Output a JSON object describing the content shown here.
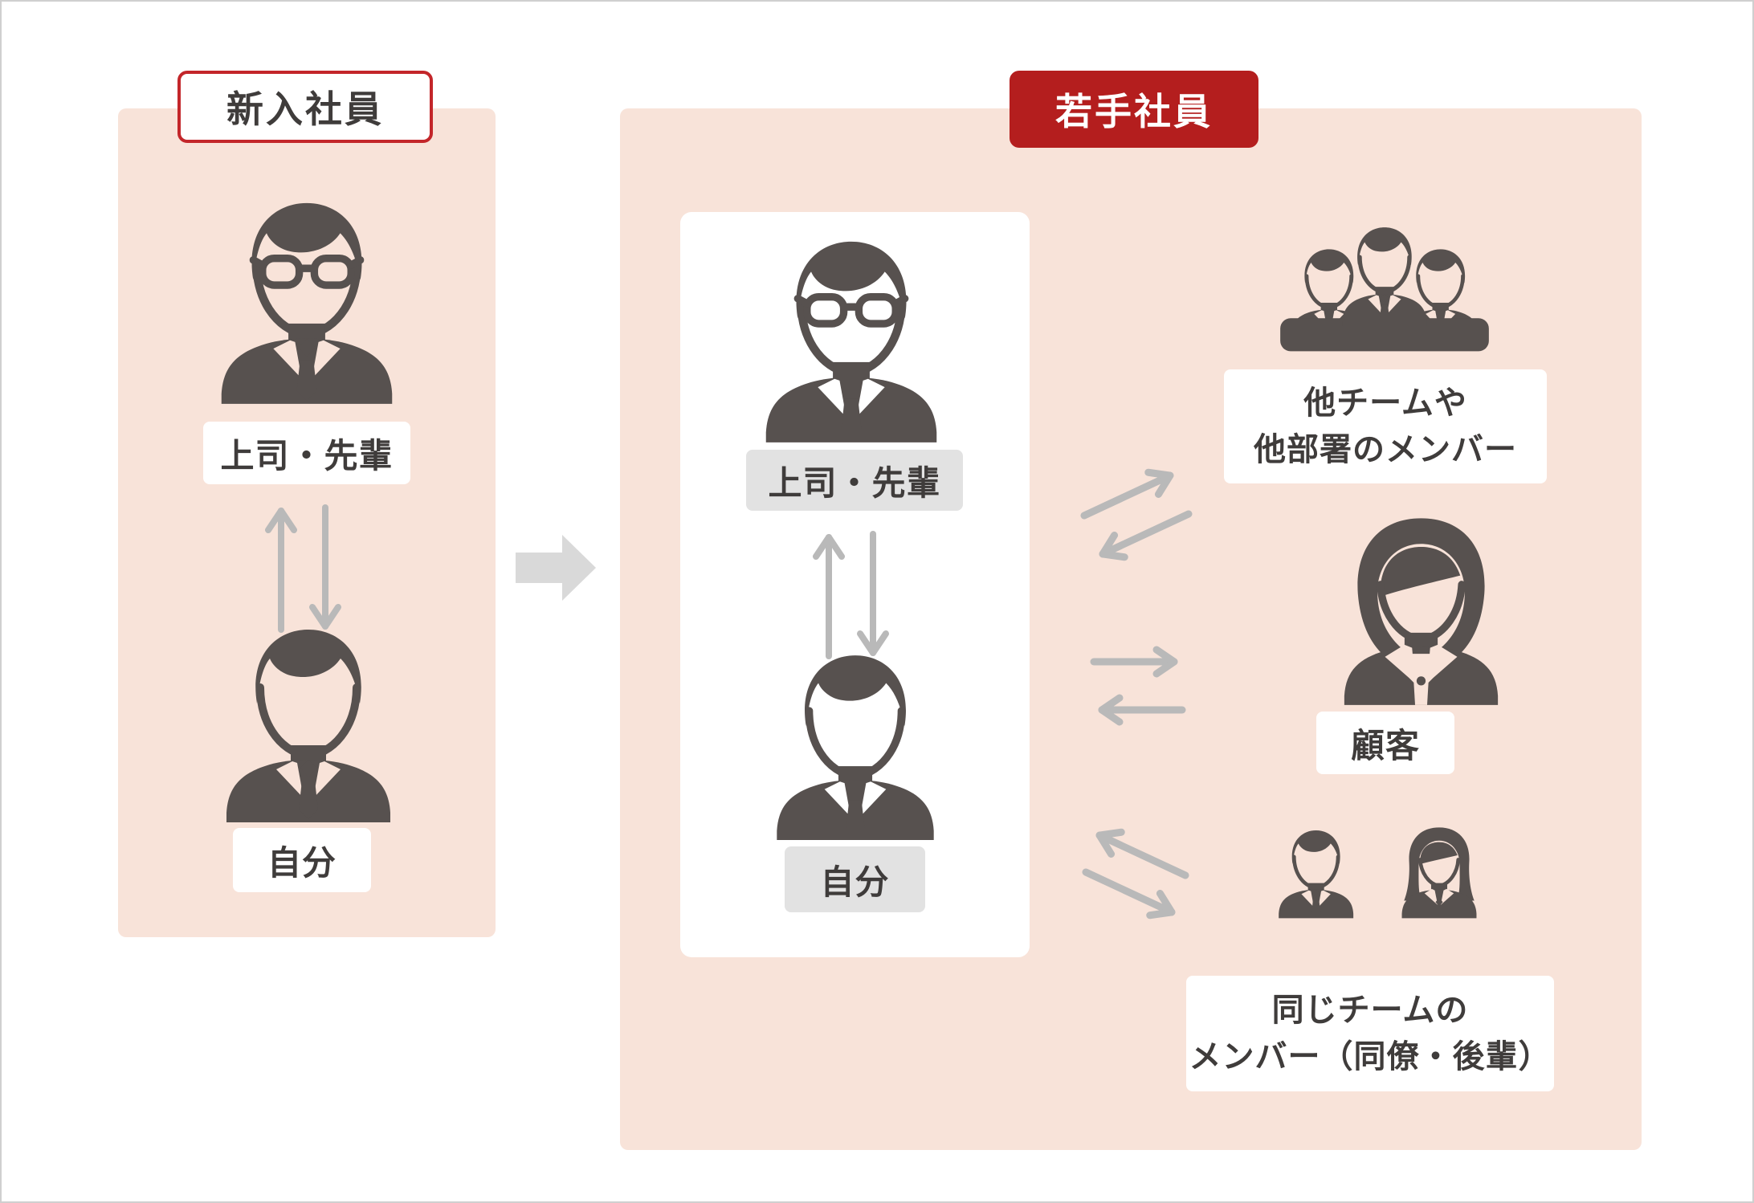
{
  "colors": {
    "page_bg": "#ffffff",
    "page_border": "#cfcfcf",
    "panel_bg": "#f8e3d9",
    "accent_red": "#b41e1e",
    "accent_red_border": "#c3262a",
    "label_gray_bg": "#e2e2e2",
    "icon_ink": "#57514f",
    "arrow_gray": "#b9b9b9",
    "transition_arrow_gray": "#d9d9d9",
    "text": "#3f3c3b"
  },
  "left_panel": {
    "title": "新入社員",
    "senior_label": "上司・先輩",
    "self_label": "自分",
    "senior_icon": "man-with-glasses-icon",
    "self_icon": "young-man-icon",
    "arrows_icon": "mutual-up-down-arrows-icon"
  },
  "transition": {
    "arrow_icon": "big-right-arrow-icon"
  },
  "right_panel": {
    "title": "若手社員",
    "inner_box": {
      "senior_label": "上司・先輩",
      "self_label": "自分",
      "senior_icon": "man-with-glasses-icon",
      "self_icon": "young-man-icon",
      "arrows_icon": "mutual-up-down-arrows-icon"
    },
    "contacts": [
      {
        "id": "other-teams",
        "label_line1": "他チームや",
        "label_line2": "他部署のメンバー",
        "icon": "three-businessmen-icon",
        "arrows_icon": "mutual-diagonal-arrows-icon"
      },
      {
        "id": "customer",
        "label": "顧客",
        "icon": "businesswoman-icon",
        "arrows_icon": "mutual-horizontal-arrows-icon"
      },
      {
        "id": "same-team",
        "label_line1": "同じチームの",
        "label_line2": "メンバー（同僚・後輩）",
        "icon": "businessman-and-businesswoman-icon",
        "arrows_icon": "mutual-diagonal-arrows-icon"
      }
    ]
  }
}
